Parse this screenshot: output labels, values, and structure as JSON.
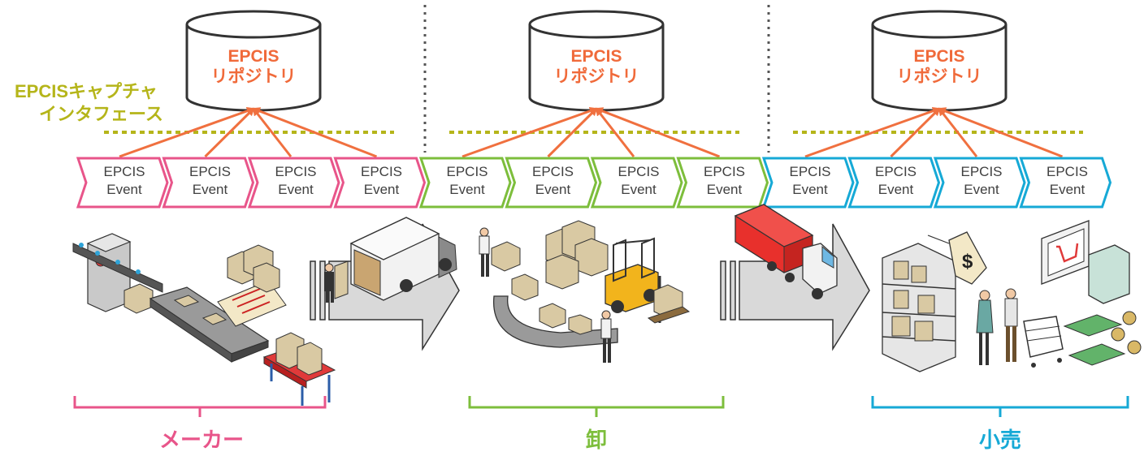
{
  "colors": {
    "maker": "#e8558a",
    "wholesale": "#7dbe3c",
    "retail": "#16a9d6",
    "repo_text": "#f06a3a",
    "arrow": "#f0703f",
    "capture": "#b5b51a",
    "dotted_divider": "#555555",
    "big_arrow": "#d9d9d9"
  },
  "capture_interface": {
    "line1": "EPCISキャプチャ",
    "line2": "インタフェース"
  },
  "repositories": [
    {
      "line1": "EPCIS",
      "line2": "リポジトリ"
    },
    {
      "line1": "EPCIS",
      "line2": "リポジトリ"
    },
    {
      "line1": "EPCIS",
      "line2": "リポジトリ"
    }
  ],
  "events": [
    {
      "line1": "EPCIS",
      "line2": "Event",
      "group": "maker"
    },
    {
      "line1": "EPCIS",
      "line2": "Event",
      "group": "maker"
    },
    {
      "line1": "EPCIS",
      "line2": "Event",
      "group": "maker"
    },
    {
      "line1": "EPCIS",
      "line2": "Event",
      "group": "maker"
    },
    {
      "line1": "EPCIS",
      "line2": "Event",
      "group": "wholesale"
    },
    {
      "line1": "EPCIS",
      "line2": "Event",
      "group": "wholesale"
    },
    {
      "line1": "EPCIS",
      "line2": "Event",
      "group": "wholesale"
    },
    {
      "line1": "EPCIS",
      "line2": "Event",
      "group": "wholesale"
    },
    {
      "line1": "EPCIS",
      "line2": "Event",
      "group": "retail"
    },
    {
      "line1": "EPCIS",
      "line2": "Event",
      "group": "retail"
    },
    {
      "line1": "EPCIS",
      "line2": "Event",
      "group": "retail"
    },
    {
      "line1": "EPCIS",
      "line2": "Event",
      "group": "retail"
    }
  ],
  "stages": [
    {
      "label": "メーカー",
      "group": "maker"
    },
    {
      "label": "卸",
      "group": "wholesale"
    },
    {
      "label": "小売",
      "group": "retail"
    }
  ],
  "illustrations": [
    {
      "name": "factory-conveyor",
      "icon": "factory-icon"
    },
    {
      "name": "delivery-van",
      "icon": "van-icon"
    },
    {
      "name": "warehouse-forklift",
      "icon": "forklift-icon"
    },
    {
      "name": "red-truck",
      "icon": "truck-icon"
    },
    {
      "name": "retail-store",
      "icon": "store-icon"
    }
  ],
  "price_tag_symbol": "$"
}
